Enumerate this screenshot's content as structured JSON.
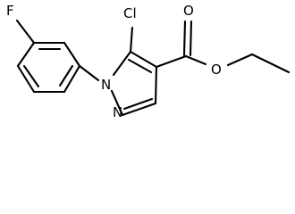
{
  "molecule": {
    "atoms": {
      "fluorine": "F",
      "chlorine": "Cl",
      "nitrogen_1": "N",
      "nitrogen_2": "N",
      "oxygen_carbonyl": "O",
      "oxygen_ester": "O"
    },
    "colors": {
      "bond": "#000000",
      "text": "#000000",
      "background": "#ffffff"
    }
  }
}
